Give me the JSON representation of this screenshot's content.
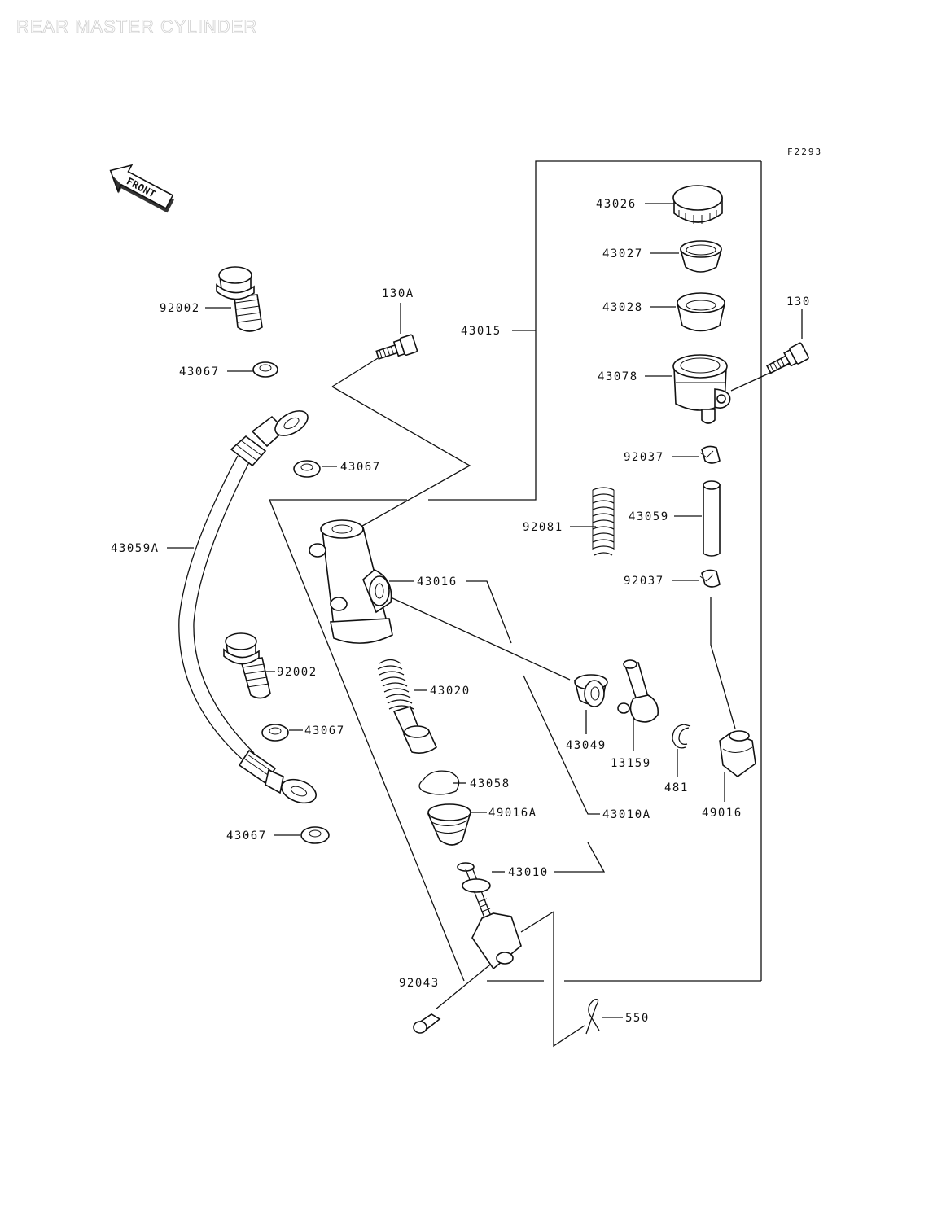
{
  "title": "REAR MASTER CYLINDER",
  "figure_code": "F2293",
  "front_label": "FRONT",
  "labels": {
    "p43026": "43026",
    "p43027": "43027",
    "p43028": "43028",
    "p43078": "43078",
    "p130": "130",
    "p130a": "130A",
    "p43015": "43015",
    "p92002a": "92002",
    "p43067a": "43067",
    "p43067b": "43067",
    "p92037a": "92037",
    "p92081": "92081",
    "p43059": "43059",
    "p92037b": "92037",
    "p43059a": "43059A",
    "p43016": "43016",
    "p92002b": "92002",
    "p43020": "43020",
    "p43067c": "43067",
    "p43049": "43049",
    "p13159": "13159",
    "p481": "481",
    "p49016": "49016",
    "p43058": "43058",
    "p49016a": "49016A",
    "p43010a": "43010A",
    "p43067d": "43067",
    "p43010": "43010",
    "p92043": "92043",
    "p550": "550"
  }
}
